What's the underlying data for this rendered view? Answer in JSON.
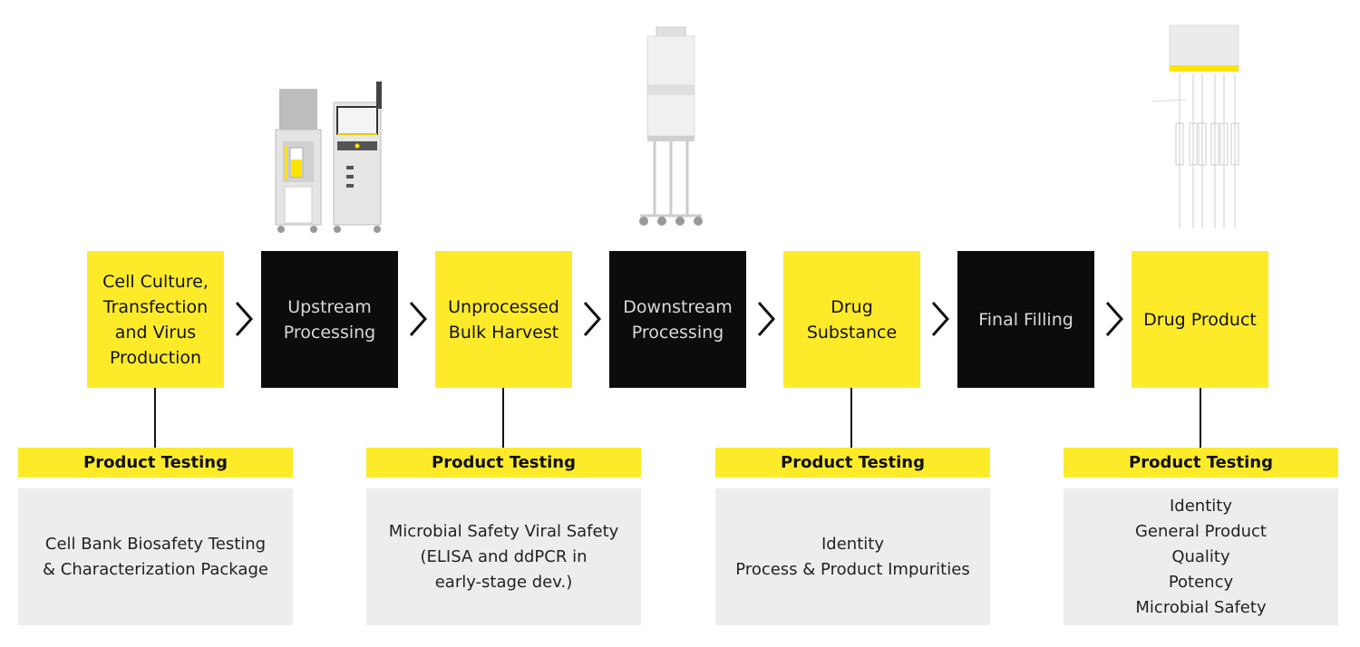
{
  "colors": {
    "accent_yellow": "#fdeb2a",
    "dark_box": "#0c0c0c",
    "description_bg": "#ededed"
  },
  "steps": [
    {
      "label": "Cell Culture,\nTransfection\nand Virus\nProduction",
      "style": "yellow"
    },
    {
      "label": "Upstream\nProcessing",
      "style": "black"
    },
    {
      "label": "Unprocessed\nBulk Harvest",
      "style": "yellow"
    },
    {
      "label": "Downstream\nProcessing",
      "style": "black"
    },
    {
      "label": "Drug\nSubstance",
      "style": "yellow"
    },
    {
      "label": "Final Filling",
      "style": "black"
    },
    {
      "label": "Drug Product",
      "style": "yellow"
    }
  ],
  "connector_icon": "chevron-right-icon",
  "testing": [
    {
      "title": "Product Testing",
      "description": "Cell Bank Biosafety Testing\n& Characterization Package"
    },
    {
      "title": "Product Testing",
      "description": "Microbial Safety Viral Safety\n(ELISA and ddPCR in\nearly-stage dev.)"
    },
    {
      "title": "Product Testing",
      "description": "Identity\nProcess & Product Impurities"
    },
    {
      "title": "Product Testing",
      "description": "Identity\nGeneral Product\nQuality\nPotency\nMicrobial Safety"
    }
  ],
  "illustrations": [
    "bioreactor-illustration",
    "chromatography-tower-illustration",
    "filling-manifold-illustration"
  ]
}
